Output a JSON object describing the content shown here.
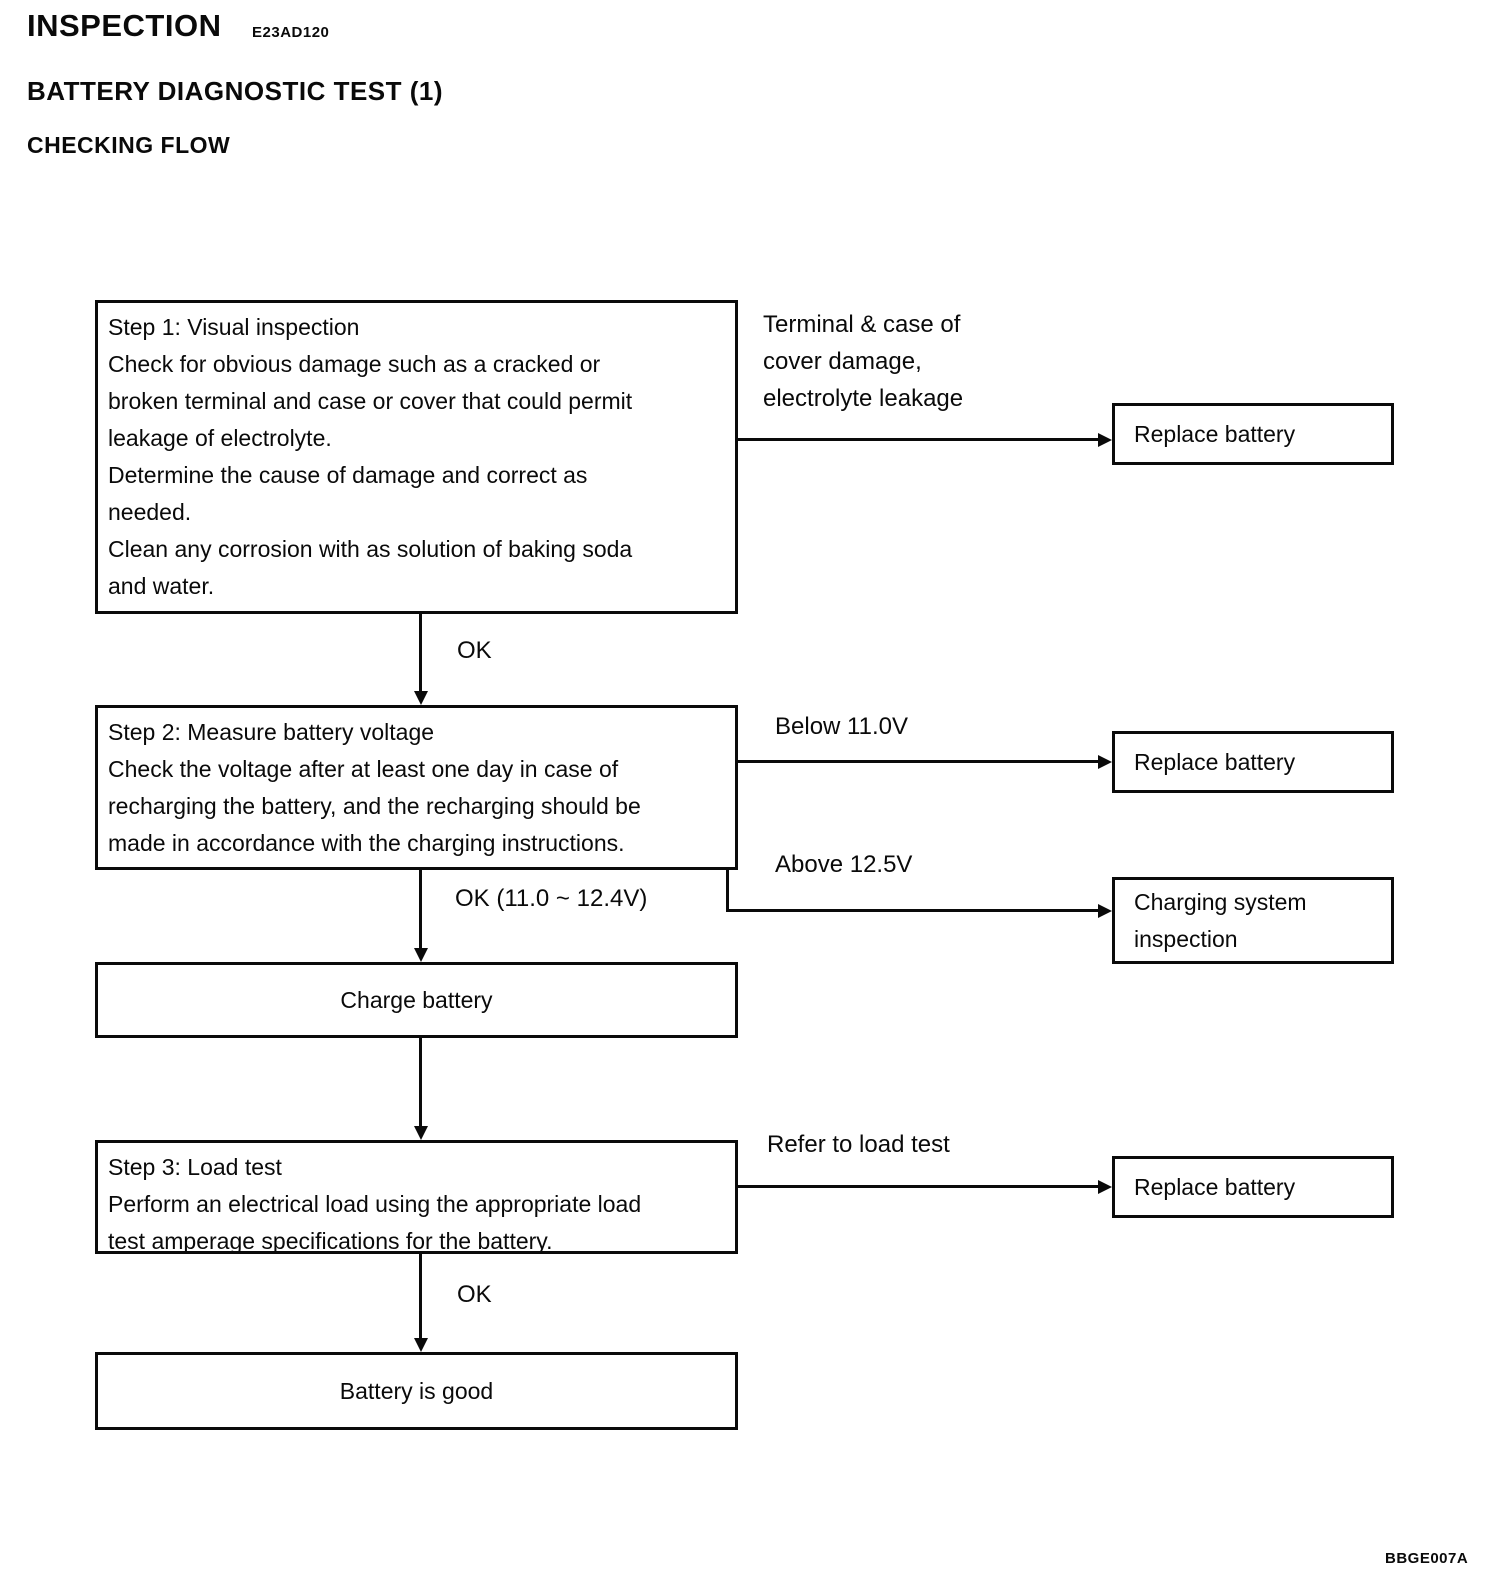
{
  "header": {
    "title": "INSPECTION",
    "doc_code": "E23AD120",
    "subtitle": "BATTERY DIAGNOSTIC TEST (1)",
    "section_heading": "CHECKING FLOW"
  },
  "flowchart": {
    "step1": {
      "title": "Step 1: Visual inspection",
      "body": "Check for obvious damage such as a cracked or\nbroken terminal and case or cover that could permit\nleakage of electrolyte.\nDetermine the cause of damage and correct as\nneeded.\nClean any corrosion with as solution of baking soda\nand water.",
      "fail_label": "Terminal & case of\ncover damage,\nelectrolyte leakage",
      "fail_outcome": "Replace battery",
      "pass_label": "OK"
    },
    "step2": {
      "title": "Step 2: Measure battery voltage",
      "body": "Check the voltage after at least one day in case of\nrecharging the battery, and the recharging should be\nmade in accordance with the charging instructions.",
      "below_label": "Below 11.0V",
      "below_outcome": "Replace battery",
      "above_label": "Above 12.5V",
      "above_outcome": "Charging system\ninspection",
      "pass_label": "OK (11.0 ~ 12.4V)"
    },
    "charge_box_label": "Charge battery",
    "step3": {
      "title": "Step 3: Load test",
      "body": "Perform an electrical load using the appropriate load\ntest amperage specifications for the battery.",
      "fail_label": "Refer to load test",
      "fail_outcome": "Replace battery",
      "pass_label": "OK"
    },
    "final_box_label": "Battery is good"
  },
  "footer": {
    "figure_code": "BBGE007A"
  }
}
